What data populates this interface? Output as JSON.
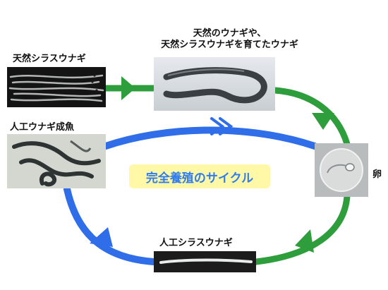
{
  "labels": {
    "wild_glass_eel": "天然シラスウナギ",
    "wild_eel_line1": "天然のウナギや、",
    "wild_eel_line2": "天然シラスウナギを育てたウナギ",
    "adult_eel": "人工ウナギ成魚",
    "egg": "卵",
    "artificial_glass_eel": "人工シラスウナギ",
    "cycle": "完全養殖のサイクル"
  },
  "colors": {
    "wild_path": "#2e9d3c",
    "artificial_path": "#2f6ee8",
    "cycle_label_text": "#2f7cf0",
    "cycle_label_bg": "#fff8a6"
  },
  "photos": [
    "wild-glass-eels-photo",
    "wild-eel-photo",
    "adult-eels-photo",
    "egg-photo",
    "artificial-glass-eel-photo"
  ]
}
